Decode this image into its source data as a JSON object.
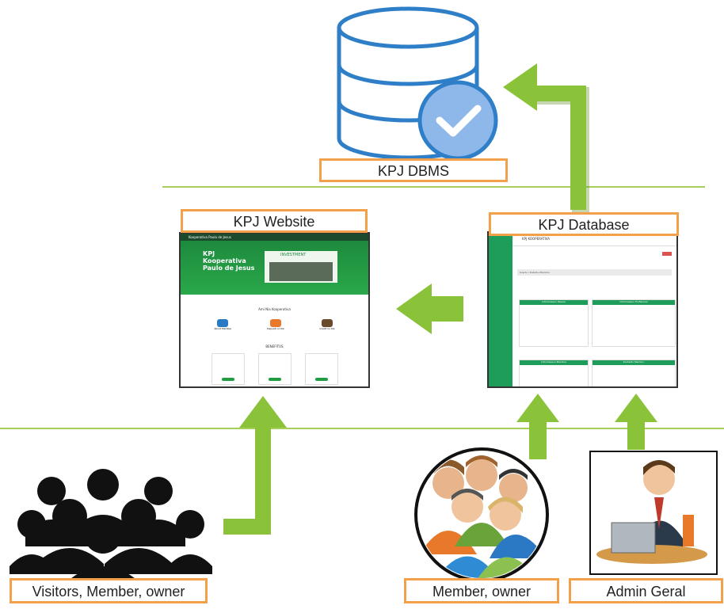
{
  "labels": {
    "dbms": "KPJ DBMS",
    "website": "KPJ Website",
    "database": "KPJ Database",
    "visitors": "Visitors, Member, owner",
    "members": "Member, owner",
    "admin": "Admin Geral"
  },
  "website_shot": {
    "nav_brand": "Kooperativa Paulo de Jesus",
    "hero_title_line1": "KPJ",
    "hero_title_line2": "Kooperativa",
    "hero_title_line3": "Paulo de Jesus",
    "hero_badge": "INVESTMENT",
    "section_title": "Ami Nia Kooperativa",
    "benefits_title": "BENEFITUS",
    "card_titles": [
      "About Member",
      "Deposit no Kik",
      "Credit no Kik"
    ]
  },
  "database_shot": {
    "app_title": "KPJ KOOPERATIVA",
    "breadcrumb": "Kuartu / Detalhu Membru",
    "table_header_left": "Informasaun Pesoal",
    "table_header_right": "Informasaun Profisional",
    "table2_header_left": "Informasaun Membru",
    "table2_header_right": "Kontaktu Membru"
  },
  "colors": {
    "arrow_green": "#8ac33a",
    "label_border": "#f2a14a",
    "divider": "#a6cf5a",
    "db_blue": "#2f7fc8",
    "site_green": "#1f9d3f"
  }
}
